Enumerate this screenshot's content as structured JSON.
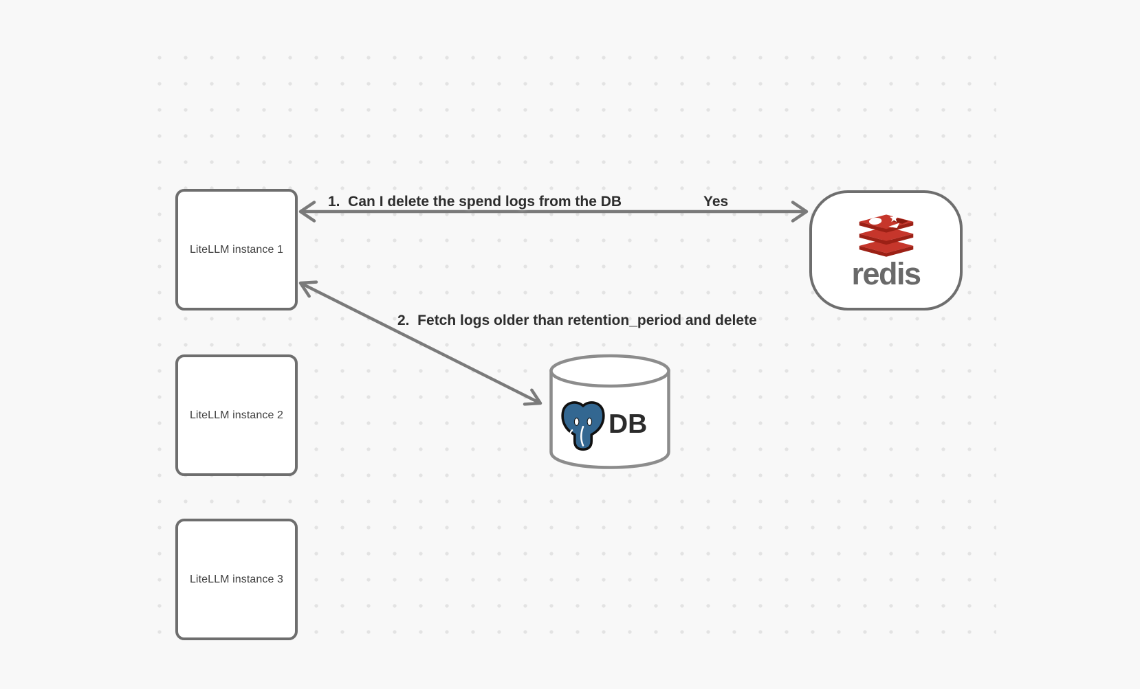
{
  "diagram": {
    "instances": [
      {
        "label": "LiteLLM instance 1"
      },
      {
        "label": "LiteLLM instance 2"
      },
      {
        "label": "LiteLLM instance 3"
      }
    ],
    "redis": {
      "wordmark": "redis"
    },
    "database": {
      "label": "DB"
    },
    "messages": {
      "arrow1_label": "1.  Can I delete the spend logs from the DB",
      "arrow1_response": "Yes",
      "arrow2_label": "2.  Fetch logs older than retention_period and delete"
    },
    "colors": {
      "background": "#f8f8f8",
      "dot": "#e3e3e3",
      "node_stroke": "#6e6e6e",
      "cylinder_stroke": "#8c8c8c",
      "arrow": "#7a7a7a",
      "label_text": "#2e2e2e",
      "node_text": "#3f3f3f",
      "redis_red": "#c6362b",
      "redis_dark_red": "#9c2015",
      "redis_wordmark_gray": "#696969",
      "postgres_blue": "#336791",
      "db_text": "#2b2b2b"
    }
  }
}
